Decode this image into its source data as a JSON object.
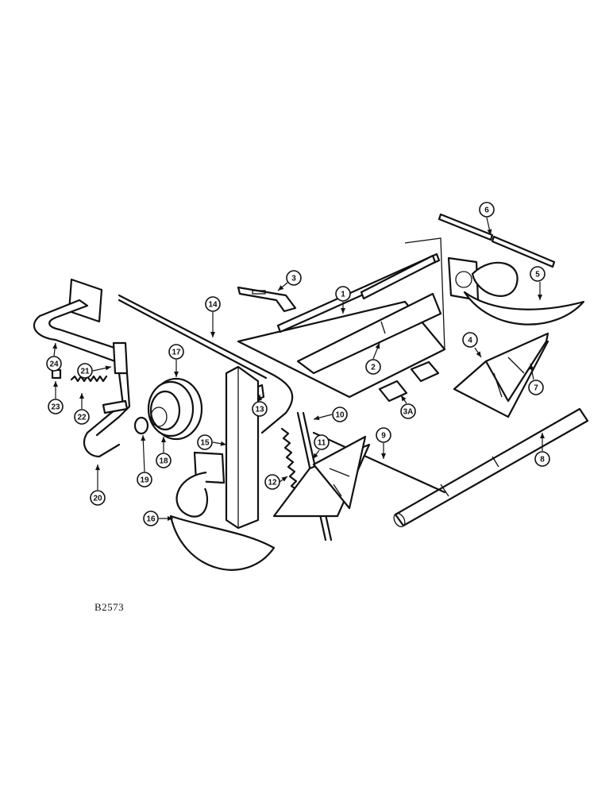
{
  "figure_code": "B2573",
  "callouts": [
    "1",
    "2",
    "3",
    "3A",
    "4",
    "5",
    "6",
    "7",
    "8",
    "9",
    "10",
    "11",
    "12",
    "13",
    "14",
    "15",
    "16",
    "17",
    "18",
    "19",
    "20",
    "21",
    "22",
    "23",
    "24"
  ]
}
